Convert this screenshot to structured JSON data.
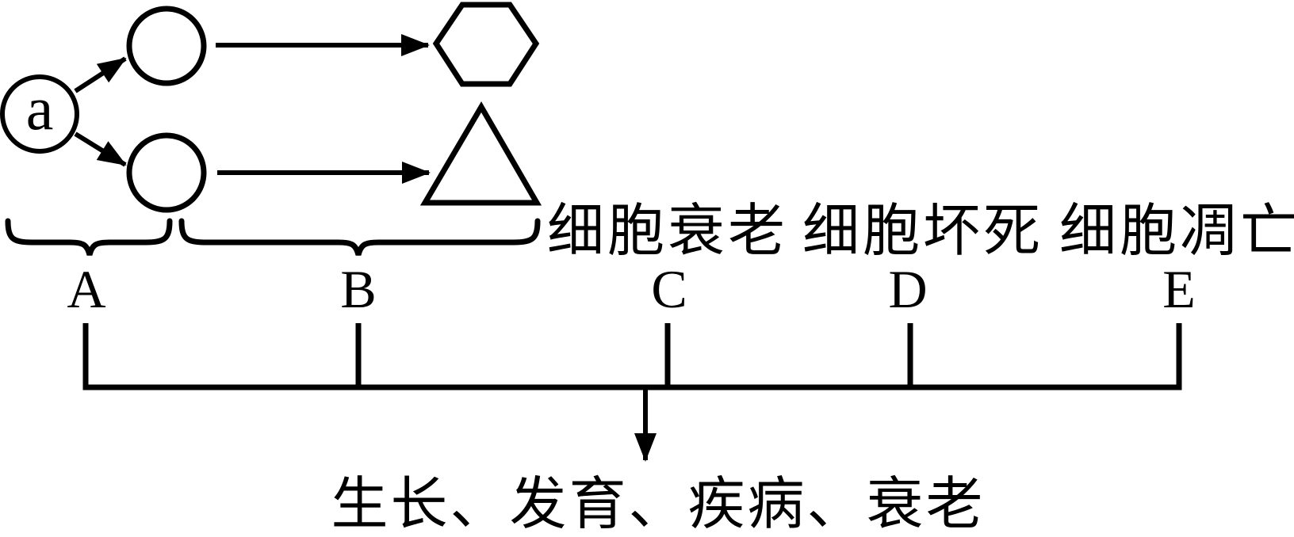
{
  "diagram": {
    "cell_a": "a",
    "stages": {
      "A": "A",
      "B": "B",
      "C": "C",
      "D": "D",
      "E": "E"
    },
    "processes": {
      "senescence": "细胞衰老",
      "necrosis": "细胞坏死",
      "apoptosis": "细胞凋亡"
    },
    "summary": "生长、发育、疾病、衰老",
    "colors": {
      "ink": "#000000",
      "background": "#ffffff"
    }
  }
}
